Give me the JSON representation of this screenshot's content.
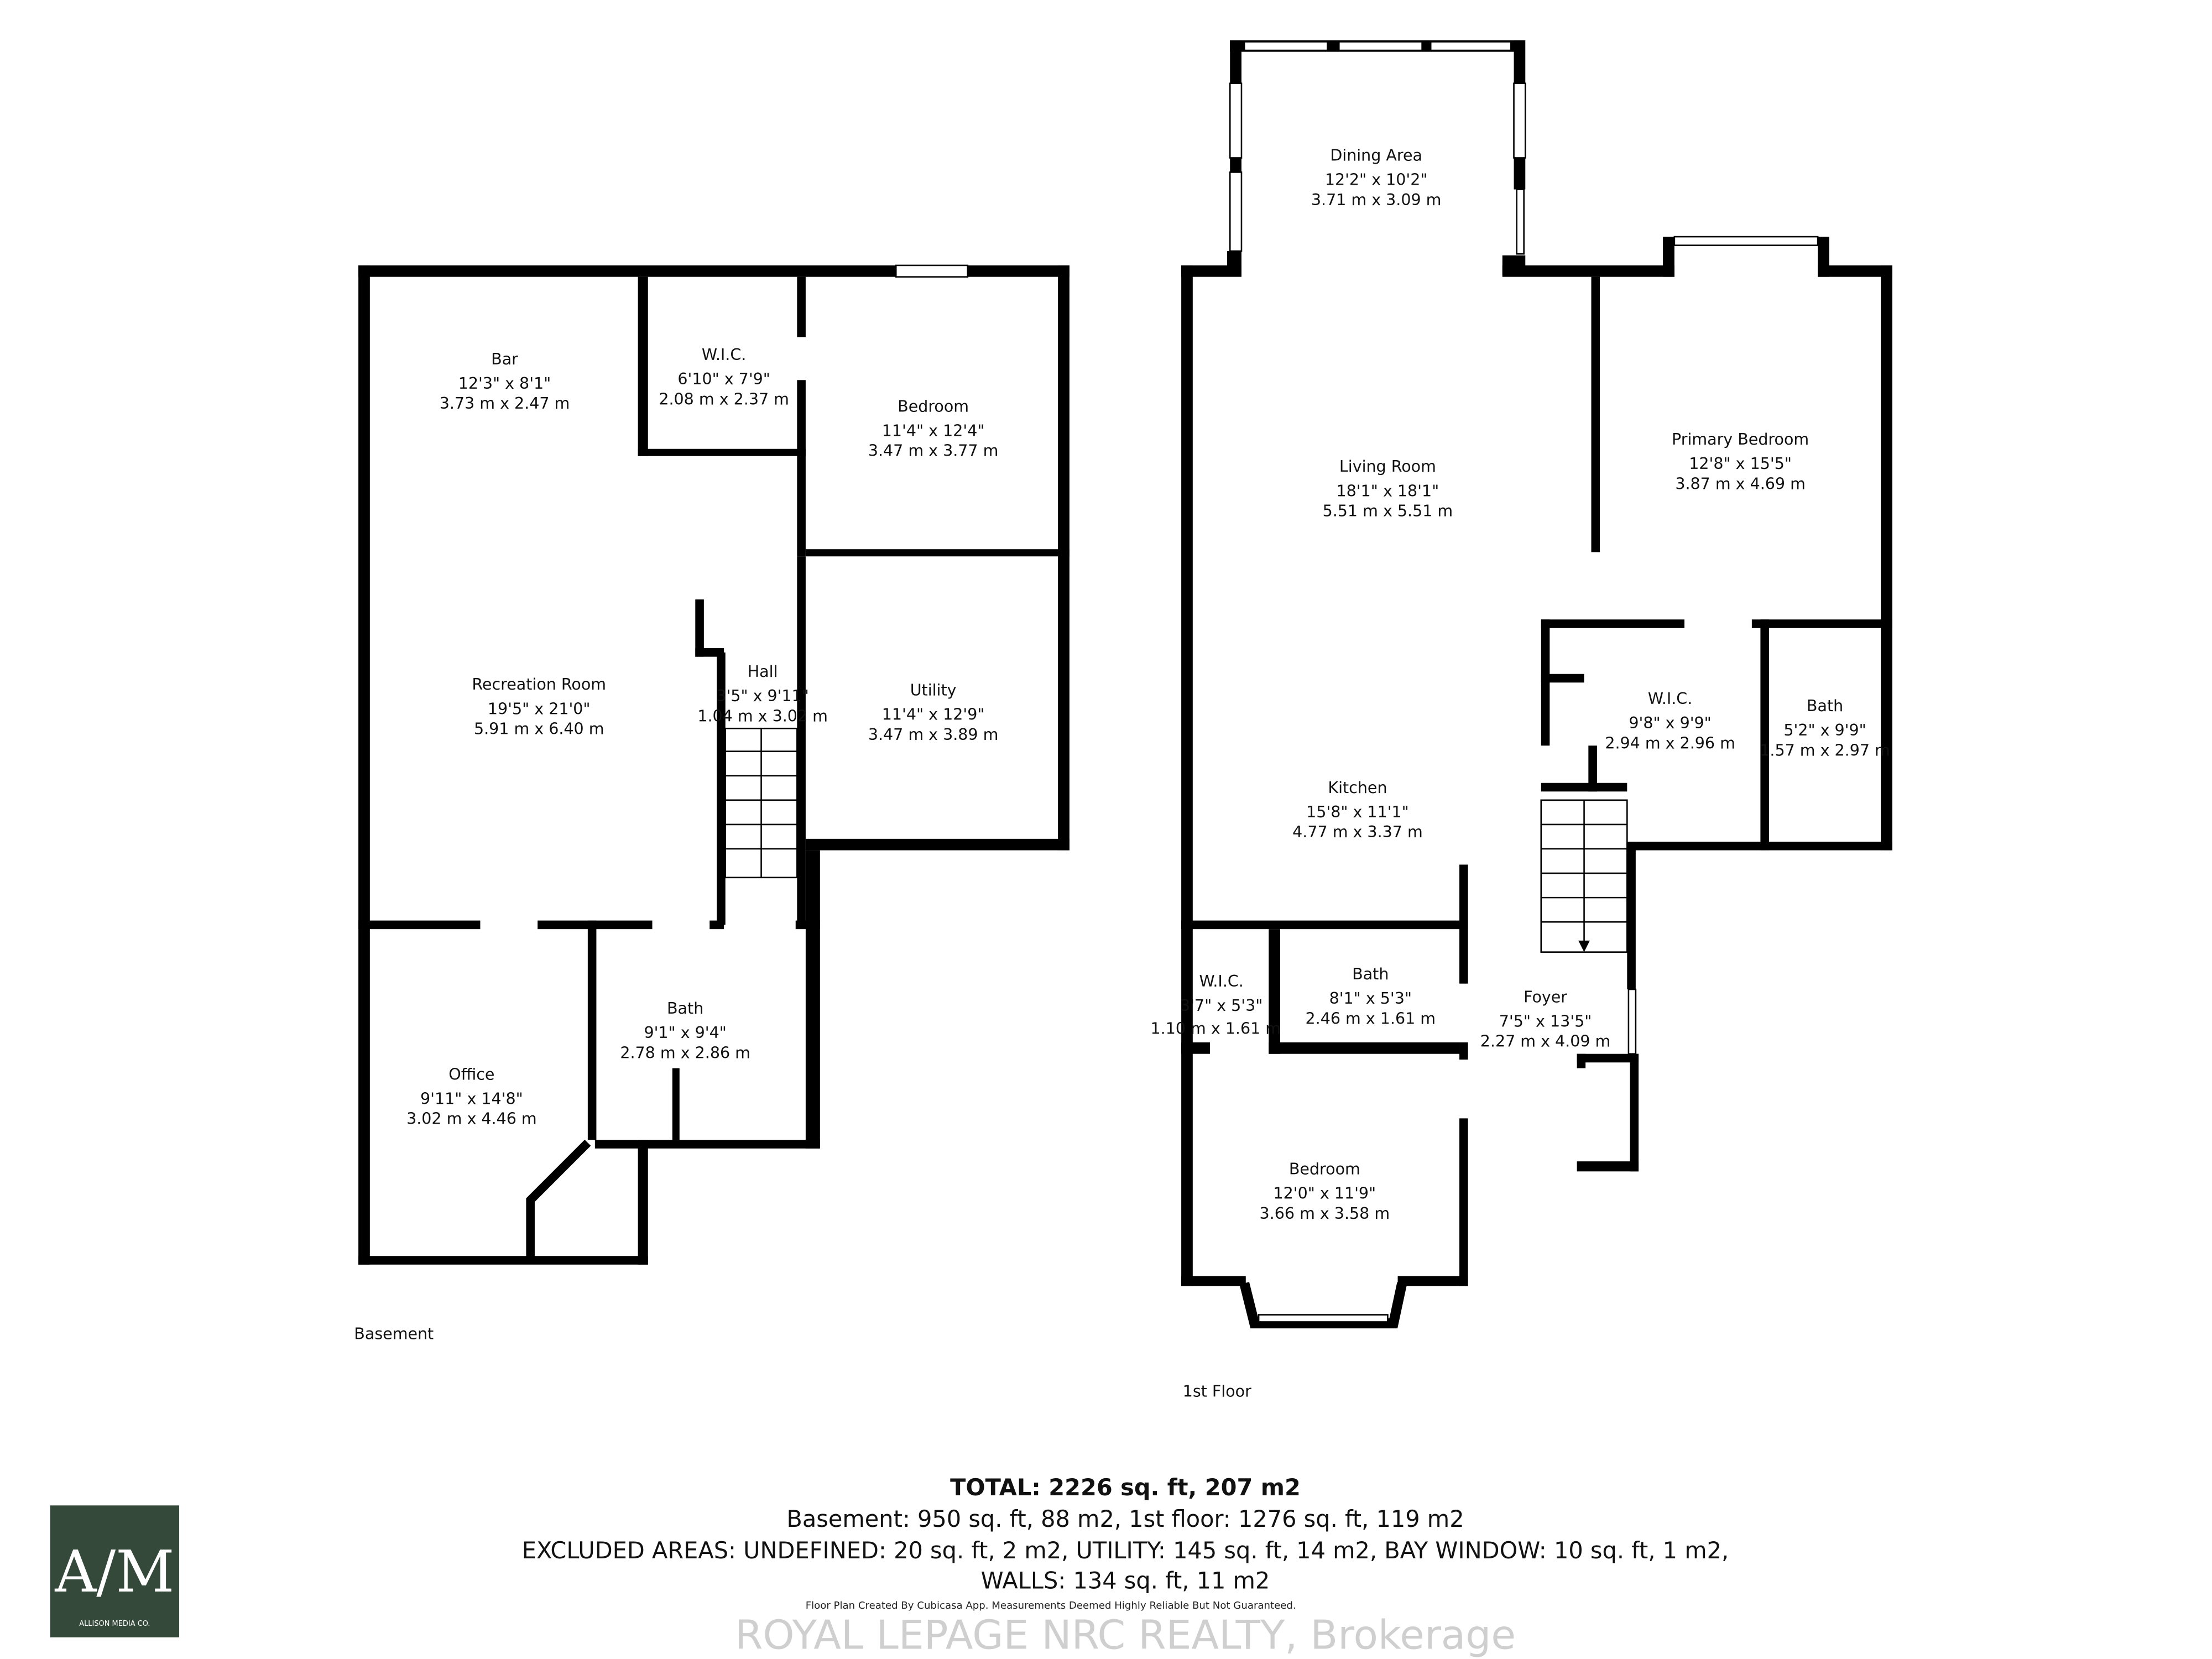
{
  "basement": {
    "label": "Basement",
    "rooms": [
      {
        "name": "Bar",
        "imperial": "12'3\" x 8'1\"",
        "metric": "3.73 m x 2.47 m"
      },
      {
        "name": "W.I.C.",
        "imperial": "6'10\" x 7'9\"",
        "metric": "2.08 m x 2.37 m"
      },
      {
        "name": "Bedroom",
        "imperial": "11'4\" x 12'4\"",
        "metric": "3.47 m x 3.77 m"
      },
      {
        "name": "Recreation Room",
        "imperial": "19'5\" x 21'0\"",
        "metric": "5.91 m x 6.40 m"
      },
      {
        "name": "Hall",
        "imperial": "3'5\" x 9'11\"",
        "metric": "1.04 m x 3.02 m"
      },
      {
        "name": "Utility",
        "imperial": "11'4\" x 12'9\"",
        "metric": "3.47 m x 3.89 m"
      },
      {
        "name": "Bath",
        "imperial": "9'1\" x 9'4\"",
        "metric": "2.78 m x 2.86 m"
      },
      {
        "name": "Office",
        "imperial": "9'11\" x 14'8\"",
        "metric": "3.02 m x 4.46 m"
      }
    ]
  },
  "first_floor": {
    "label": "1st Floor",
    "rooms": [
      {
        "name": "Dining Area",
        "imperial": "12'2\" x 10'2\"",
        "metric": "3.71 m x 3.09 m"
      },
      {
        "name": "Living Room",
        "imperial": "18'1\" x 18'1\"",
        "metric": "5.51 m x 5.51 m"
      },
      {
        "name": "Primary Bedroom",
        "imperial": "12'8\" x 15'5\"",
        "metric": "3.87 m x 4.69 m"
      },
      {
        "name": "W.I.C.",
        "imperial": "9'8\" x 9'9\"",
        "metric": "2.94 m x 2.96 m"
      },
      {
        "name": "Bath",
        "imperial": "5'2\" x 9'9\"",
        "metric": "1.57 m x 2.97 m"
      },
      {
        "name": "Kitchen",
        "imperial": "15'8\" x 11'1\"",
        "metric": "4.77 m x 3.37 m"
      },
      {
        "name": "W.I.C.",
        "imperial": "3'7\" x 5'3\"",
        "metric": "1.10 m x 1.61 m"
      },
      {
        "name": "Bath",
        "imperial": "8'1\" x 5'3\"",
        "metric": "2.46 m x 1.61 m"
      },
      {
        "name": "Foyer",
        "imperial": "7'5\" x 13'5\"",
        "metric": "2.27 m x 4.09 m"
      },
      {
        "name": "Bedroom",
        "imperial": "12'0\" x 11'9\"",
        "metric": "3.66 m x 3.58 m"
      }
    ]
  },
  "summary": {
    "total": "TOTAL: 2226 sq. ft, 207 m2",
    "floors": "Basement: 950 sq. ft, 88 m2, 1st floor: 1276 sq. ft, 119 m2",
    "excluded": "EXCLUDED AREAS: UNDEFINED: 20 sq. ft, 2 m2, UTILITY: 145 sq. ft, 14 m2, BAY WINDOW: 10 sq. ft, 1 m2,",
    "walls": "WALLS: 134 sq. ft, 11 m2",
    "disclaimer": "Floor Plan Created By Cubicasa App. Measurements Deemed Highly Reliable But Not Guaranteed.",
    "watermark": "ROYAL LEPAGE NRC REALTY, Brokerage"
  },
  "logo": {
    "monogram": "A/M",
    "name": "ALLISON MEDIA CO.",
    "color": "#34493a"
  }
}
